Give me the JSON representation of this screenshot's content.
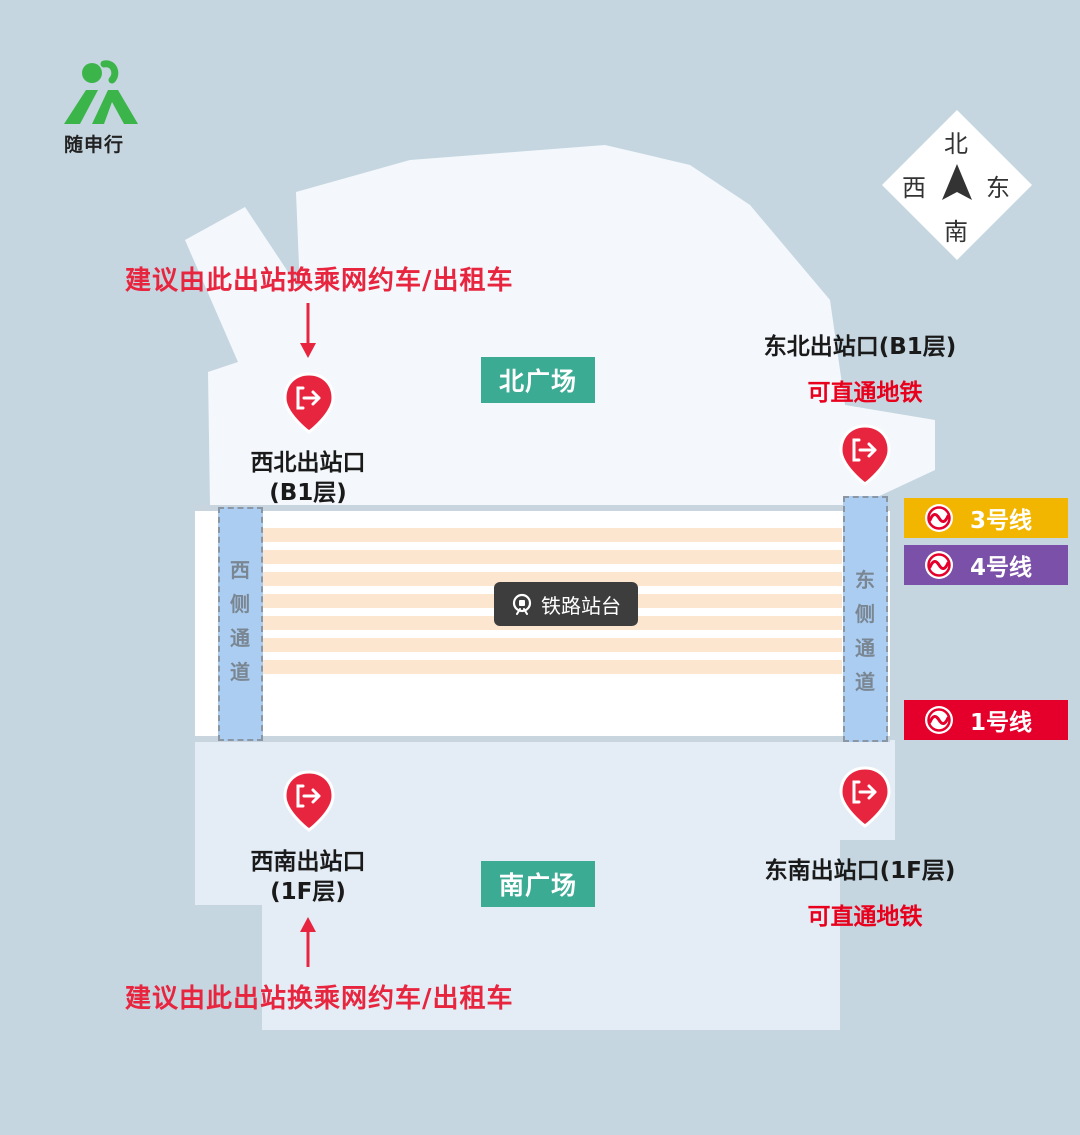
{
  "logo": {
    "text": "随申行",
    "color": "#3bb54a"
  },
  "compass": {
    "north": "北",
    "south": "南",
    "west": "西",
    "east": "东"
  },
  "plazas": {
    "north": "北广场",
    "south": "南广场"
  },
  "platform": {
    "label": "铁路站台",
    "icon": "railway-icon"
  },
  "corridors": {
    "west": "西侧通道",
    "east": "东侧通道"
  },
  "exits": {
    "northwest": {
      "name": "西北出站口",
      "floor": "(B1层)"
    },
    "northeast": {
      "name": "东北出站口(B1层)",
      "note": "可直通地铁"
    },
    "southwest": {
      "name": "西南出站口",
      "floor": "(1F层)"
    },
    "southeast": {
      "name": "东南出站口(1F层)",
      "note": "可直通地铁"
    }
  },
  "advice": {
    "top": "建议由此出站换乘网约车/出租车",
    "bottom": "建议由此出站换乘网约车/出租车"
  },
  "metro_lines": [
    {
      "name": "3号线",
      "color": "#f2b600"
    },
    {
      "name": "4号线",
      "color": "#7b50a8"
    },
    {
      "name": "1号线",
      "color": "#e4002b"
    }
  ],
  "colors": {
    "background": "#c5d6e0",
    "north_area": "#f4f8fc",
    "south_area": "#e4edf5",
    "plaza_label": "#3bab93",
    "exit_pin": "#e8253f",
    "advice_text": "#e8253f",
    "metro_note": "#e8001c"
  }
}
